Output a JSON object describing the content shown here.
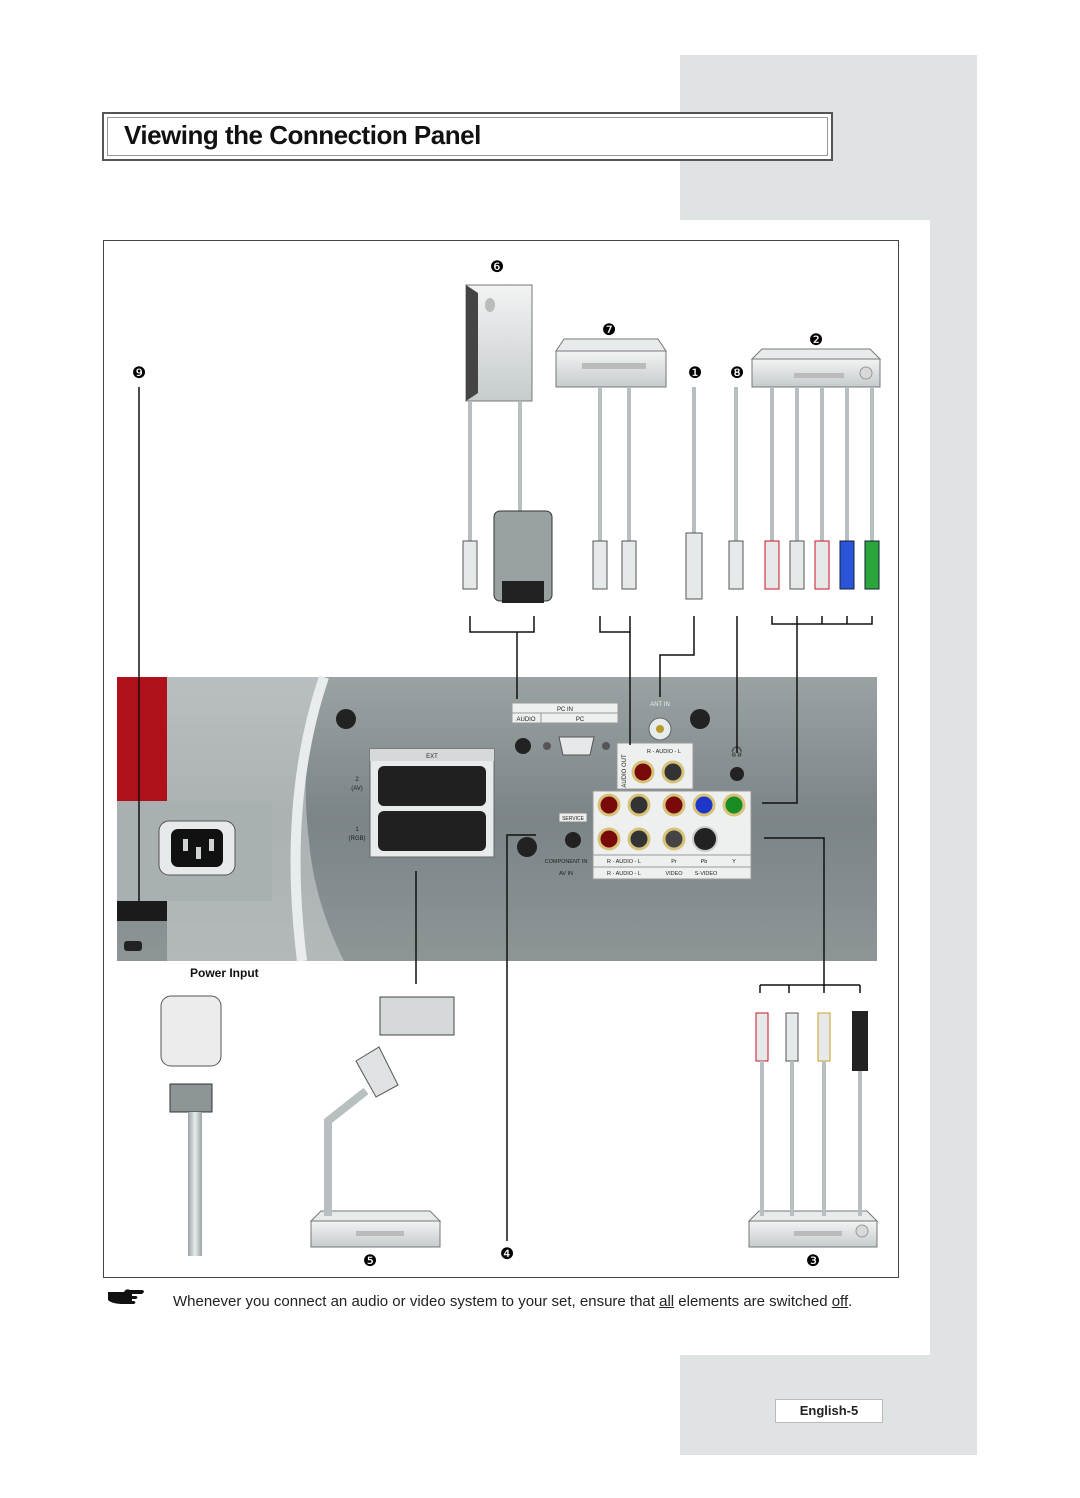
{
  "title": "Viewing the Connection Panel",
  "markers": {
    "m1": "❶",
    "m2": "❷",
    "m3": "❸",
    "m4": "❹",
    "m5": "❺",
    "m6": "❻",
    "m7": "❼",
    "m8": "❽",
    "m9": "❾"
  },
  "panel_labels": {
    "power_input": "Power Input",
    "pc_in": "PC IN",
    "audio": "AUDIO",
    "pc": "PC",
    "ant_in": "ANT IN",
    "ext": "EXT",
    "ext2_num": "2",
    "ext2_name": "(AV)",
    "ext1_num": "1",
    "ext1_name": "(RGB)",
    "audio_out": "AUDIO OUT",
    "audio_rl": "R - AUDIO - L",
    "service": "SERVICE",
    "component_in": "COMPONENT IN",
    "av_in": "AV IN",
    "video": "VIDEO",
    "s_video": "S-VIDEO",
    "pr": "Pr",
    "pb": "Pb",
    "y": "Y"
  },
  "note": {
    "icon": "pointing-hand-icon",
    "before_all": "Whenever you connect an audio or video system to your set, ensure that ",
    "all": "all",
    "between": " elements are switched ",
    "off": "off",
    "after": "."
  },
  "footer": {
    "page_label": "English-5"
  },
  "colors": {
    "accent_red": "#b0101a",
    "panel_grey": "#7d8688",
    "tab_grey": "#dfe3e3"
  }
}
